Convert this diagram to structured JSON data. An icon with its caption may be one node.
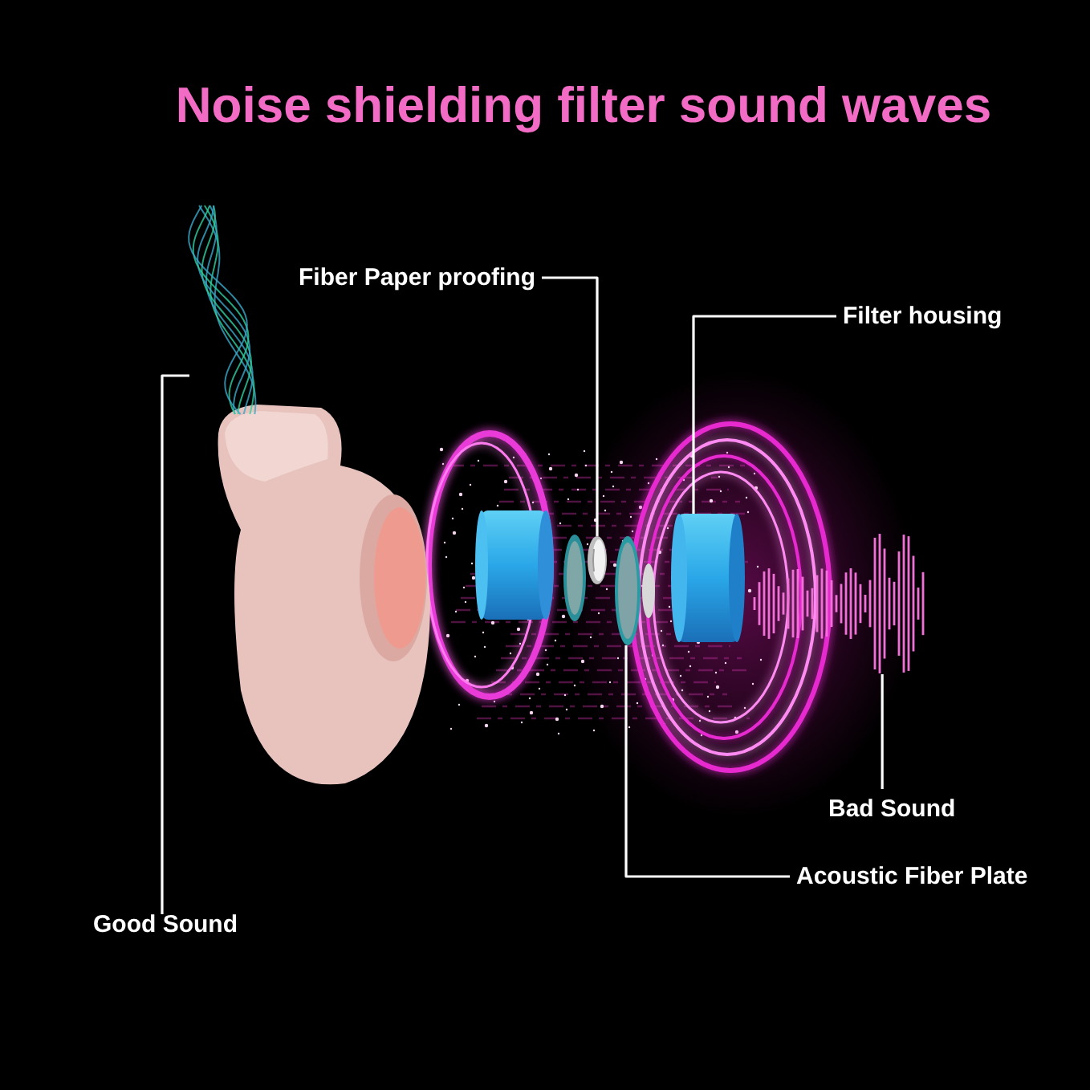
{
  "diagram": {
    "title": "Noise shielding filter sound waves",
    "nodes": [
      {
        "text": [
          "Fiber Paper proofing"
        ]
      },
      {
        "text": [
          "Filter housing"
        ]
      },
      {
        "text": [
          "Bad Sound"
        ]
      },
      {
        "text": [
          "Acoustic Fiber Plate"
        ]
      },
      {
        "text": [
          "Good Sound"
        ]
      },
      {
        "text": [],
        "shape": "picture"
      },
      {
        "text": [],
        "shape": "picture"
      },
      {
        "text": [],
        "shape": "picture"
      },
      {
        "text": [],
        "shape": "picture"
      },
      {
        "text": [],
        "shape": "picture"
      }
    ],
    "edges": [
      {
        "from": 0,
        "to": 6,
        "arrow": "none"
      },
      {
        "from": 1,
        "to": 7,
        "arrow": "none"
      },
      {
        "from": 2,
        "to": 8,
        "arrow": "none"
      },
      {
        "from": 3,
        "to": 9,
        "arrow": "none"
      },
      {
        "from": 4,
        "to": 5,
        "arrow": "none"
      }
    ]
  }
}
